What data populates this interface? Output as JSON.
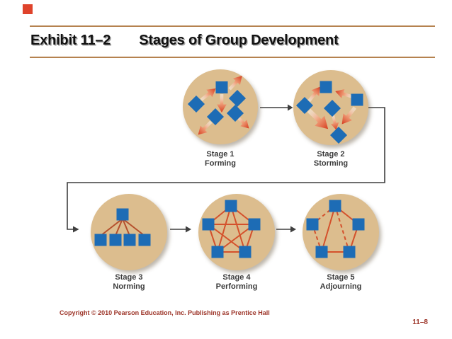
{
  "title": {
    "exhibit": "Exhibit 11–2",
    "text": "Stages of Group Development"
  },
  "diagram": {
    "type": "flow-diagram",
    "stages": [
      {
        "stage": "Stage 1",
        "name": "Forming"
      },
      {
        "stage": "Stage 2",
        "name": "Storming"
      },
      {
        "stage": "Stage 3",
        "name": "Norming"
      },
      {
        "stage": "Stage 4",
        "name": "Performing"
      },
      {
        "stage": "Stage 5",
        "name": "Adjourning"
      }
    ],
    "flow_order": [
      "Forming",
      "Storming",
      "Norming",
      "Performing",
      "Adjourning"
    ],
    "colors": {
      "circle_fill": "#dcbd8e",
      "member_square_blue": "#1d6cb5",
      "gradient_arrow_red": "#d63c1e",
      "norming_line": "#b5502d",
      "network_line": "#d4512c",
      "connector_black": "#3f3f3f",
      "title_rule_tan": "#b5824f",
      "accent_square_red": "#df432b",
      "footer_red": "#9c3327"
    }
  },
  "footer": {
    "copyright": "Copyright © 2010 Pearson Education, Inc. Publishing as Prentice Hall",
    "page": "11–8"
  }
}
